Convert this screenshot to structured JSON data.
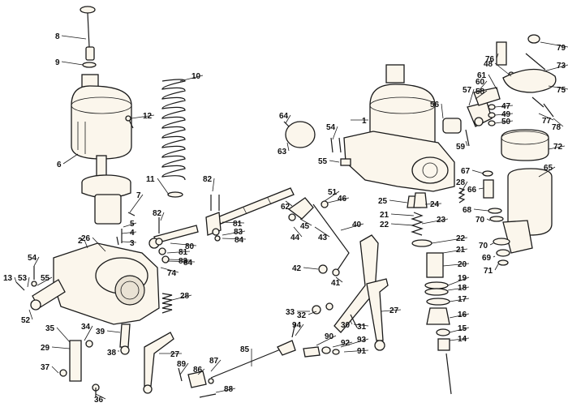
{
  "colors": {
    "ink": "#1a1a1a",
    "paper": "#ffffff",
    "metal": "#fbf6ec"
  },
  "labels": [
    "1",
    "2",
    "3",
    "4",
    "5",
    "6",
    "7",
    "8",
    "9",
    "10",
    "11",
    "12",
    "13",
    "14",
    "15",
    "16",
    "17",
    "18",
    "19",
    "20",
    "21",
    "21",
    "22",
    "22",
    "23",
    "24",
    "25",
    "26",
    "27",
    "27",
    "28",
    "28",
    "29",
    "30",
    "31",
    "32",
    "33",
    "34",
    "35",
    "36",
    "37",
    "38",
    "39",
    "40",
    "41",
    "42",
    "43",
    "44",
    "45",
    "46",
    "47",
    "48",
    "49",
    "50",
    "51",
    "52",
    "53",
    "54",
    "54",
    "55",
    "55",
    "56",
    "57",
    "58",
    "59",
    "60",
    "61",
    "62",
    "63",
    "64",
    "65",
    "66",
    "67",
    "68",
    "69",
    "70",
    "70",
    "71",
    "72",
    "73",
    "74",
    "75",
    "76",
    "77",
    "78",
    "79",
    "80",
    "81",
    "81",
    "82",
    "82",
    "83",
    "83",
    "84",
    "84",
    "85",
    "86",
    "87",
    "88",
    "89",
    "90",
    "91",
    "92",
    "93",
    "94"
  ]
}
